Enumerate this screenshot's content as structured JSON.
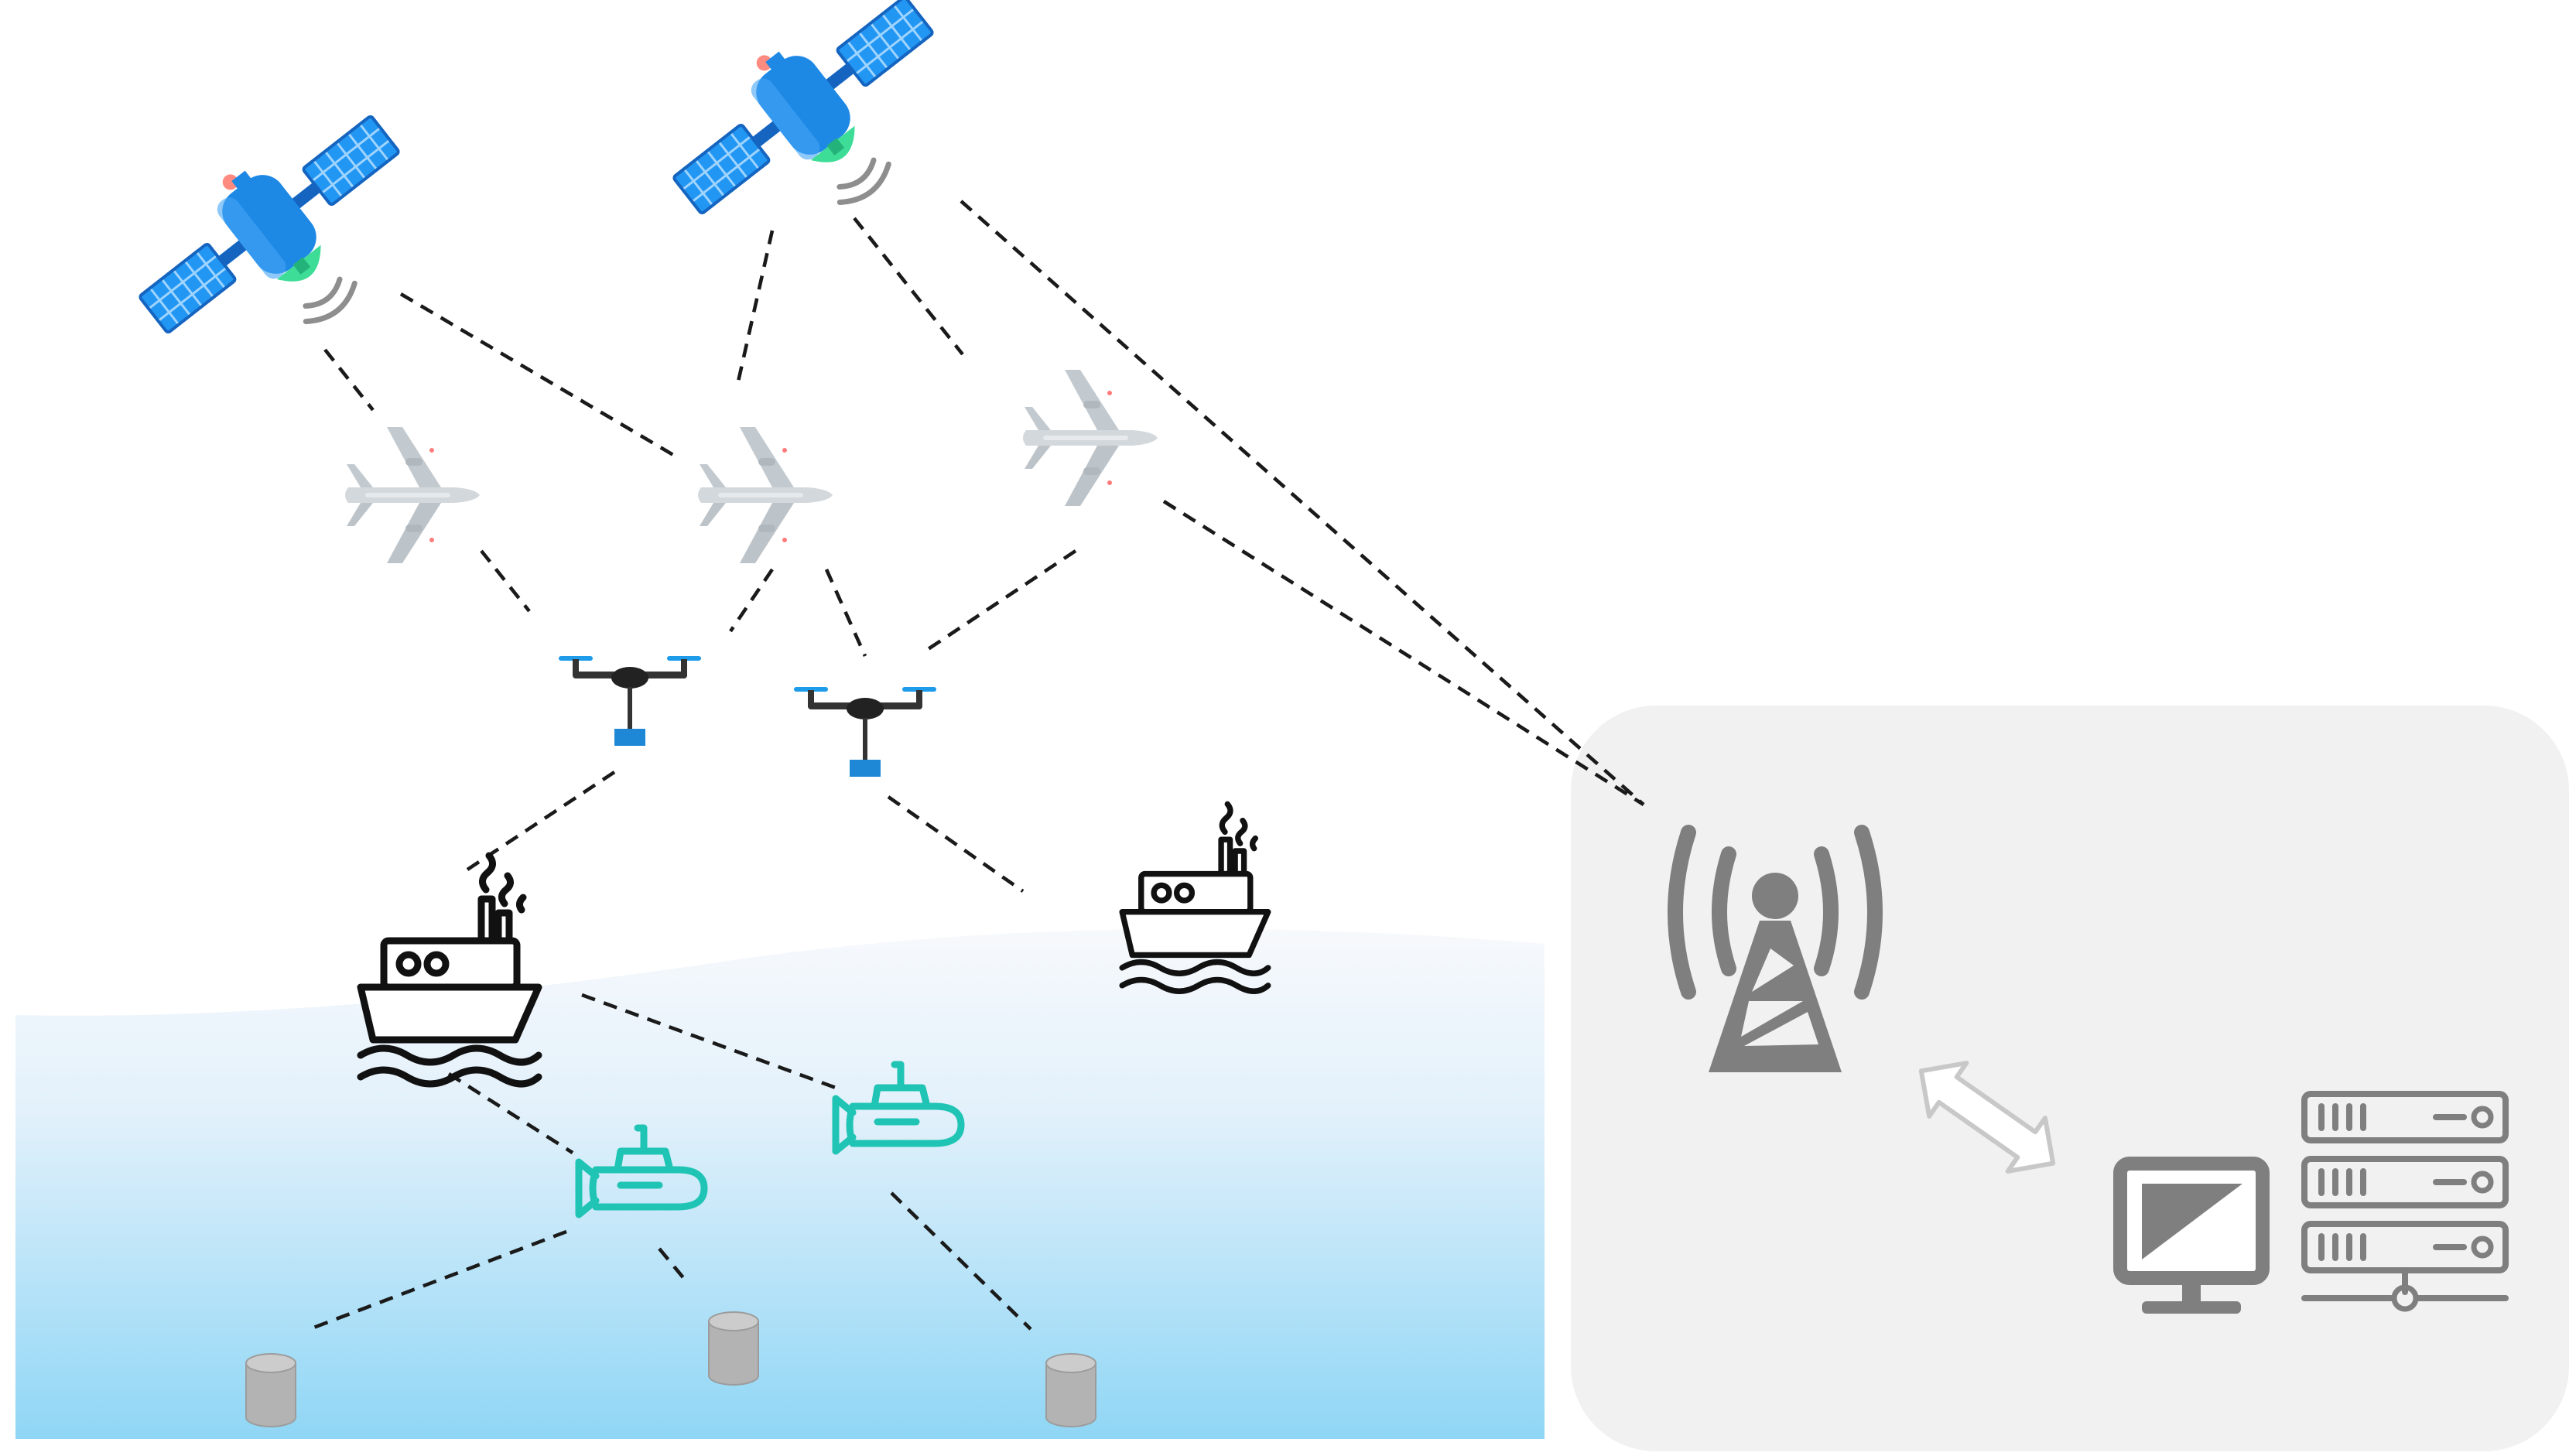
{
  "diagram": {
    "type": "space-air-ground-sea integrated network",
    "title": "",
    "colors": {
      "ocean_top": "#f7f9fc",
      "ocean_bottom": "#8fd6f5",
      "ground_panel": "#f1f1f1",
      "satellite_body": "#1e88e5",
      "satellite_panel": "#1976d2",
      "satellite_dish": "#3ddc97",
      "aircraft": "#c9cfd4",
      "drone_accent": "#1e9be9",
      "ship": "#111111",
      "submarine": "#1fc4b4",
      "sensor_buoy": "#b3b3b3",
      "ground_equipment": "#7f7f7f",
      "link_line": "#1a1a1a"
    },
    "nodes": [
      {
        "id": "sat-1",
        "kind": "satellite",
        "icon": "satellite-icon"
      },
      {
        "id": "sat-2",
        "kind": "satellite",
        "icon": "satellite-icon"
      },
      {
        "id": "plane-1",
        "kind": "aircraft",
        "icon": "airplane-icon"
      },
      {
        "id": "plane-2",
        "kind": "aircraft",
        "icon": "airplane-icon"
      },
      {
        "id": "plane-3",
        "kind": "aircraft",
        "icon": "airplane-icon"
      },
      {
        "id": "uav-1",
        "kind": "drone",
        "icon": "drone-icon"
      },
      {
        "id": "uav-2",
        "kind": "drone",
        "icon": "drone-icon"
      },
      {
        "id": "ship-1",
        "kind": "ship",
        "icon": "ship-icon"
      },
      {
        "id": "ship-2",
        "kind": "ship",
        "icon": "ship-icon"
      },
      {
        "id": "sub-1",
        "kind": "submarine",
        "icon": "submarine-icon"
      },
      {
        "id": "sub-2",
        "kind": "submarine",
        "icon": "submarine-icon"
      },
      {
        "id": "buoy-1",
        "kind": "seabed-sensor",
        "icon": "cylinder-sensor-icon"
      },
      {
        "id": "buoy-2",
        "kind": "seabed-sensor",
        "icon": "cylinder-sensor-icon"
      },
      {
        "id": "buoy-3",
        "kind": "seabed-sensor",
        "icon": "cylinder-sensor-icon"
      },
      {
        "id": "tower",
        "kind": "ground-station",
        "icon": "radio-tower-icon"
      },
      {
        "id": "computer",
        "kind": "terminal",
        "icon": "monitor-icon"
      },
      {
        "id": "server",
        "kind": "server",
        "icon": "server-rack-icon"
      }
    ],
    "links": [
      {
        "from": "sat-1",
        "to": "plane-1",
        "style": "dashed"
      },
      {
        "from": "sat-1",
        "to": "plane-2",
        "style": "dashed"
      },
      {
        "from": "sat-2",
        "to": "plane-2",
        "style": "dashed"
      },
      {
        "from": "sat-2",
        "to": "plane-3",
        "style": "dashed"
      },
      {
        "from": "sat-2",
        "to": "tower",
        "style": "dashed"
      },
      {
        "from": "plane-3",
        "to": "tower",
        "style": "dashed"
      },
      {
        "from": "plane-1",
        "to": "uav-1",
        "style": "dashed"
      },
      {
        "from": "plane-2",
        "to": "uav-1",
        "style": "dashed"
      },
      {
        "from": "plane-2",
        "to": "uav-2",
        "style": "dashed"
      },
      {
        "from": "plane-3",
        "to": "uav-2",
        "style": "dashed"
      },
      {
        "from": "uav-1",
        "to": "ship-1",
        "style": "dashed"
      },
      {
        "from": "uav-2",
        "to": "ship-2",
        "style": "dashed"
      },
      {
        "from": "ship-1",
        "to": "sub-1",
        "style": "dashed"
      },
      {
        "from": "ship-1",
        "to": "sub-2",
        "style": "dashed"
      },
      {
        "from": "sub-1",
        "to": "buoy-1",
        "style": "dashed"
      },
      {
        "from": "sub-1",
        "to": "buoy-2",
        "style": "dashed"
      },
      {
        "from": "sub-2",
        "to": "buoy-3",
        "style": "dashed"
      },
      {
        "from": "tower",
        "to": "computer",
        "style": "double-arrow"
      }
    ]
  }
}
